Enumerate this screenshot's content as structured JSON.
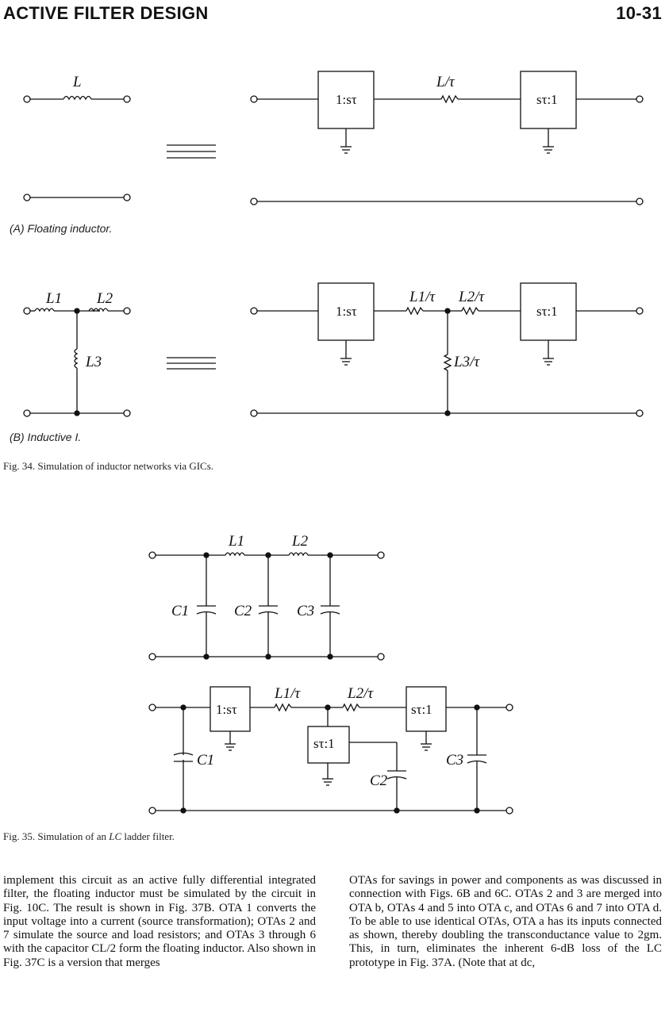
{
  "header": {
    "left": "ACTIVE FILTER DESIGN",
    "right": "10-31"
  },
  "fig34": {
    "a_caption": "(A) Floating inductor.",
    "b_caption": "(B) Inductive I.",
    "caption": "Fig. 34. Simulation of inductor networks via GICs."
  },
  "fig35": {
    "caption_prefix": "Fig. 35. Simulation of an ",
    "caption_em": "LC",
    "caption_suffix": " ladder filter."
  },
  "labels": {
    "L": "L",
    "box_in": "1:sτ",
    "box_out": "sτ:1",
    "L_tau": "L/τ",
    "L1": "L1",
    "L2": "L2",
    "L3": "L3",
    "L1_tau": "L1/τ",
    "L2_tau": "L2/τ",
    "L3_tau": "L3/τ",
    "C1": "C1",
    "C2": "C2",
    "C3": "C3"
  },
  "body": {
    "left_col": "implement this circuit as an active fully differential integrated filter, the floating inductor must be simulated by the circuit in Fig. 10C. The result is shown in Fig. 37B. OTA 1 converts the input voltage into a current (source transformation); OTAs 2 and 7 simulate the source and load resistors; and OTAs 3 through 6 with the capacitor CL/2 form the floating inductor. Also shown in Fig. 37C is a version that merges",
    "right_col": "OTAs for savings in power and components as was discussed in connection with Figs. 6B and 6C. OTAs 2 and 3 are merged into OTA b, OTAs 4 and 5 into OTA c, and OTAs 6 and 7 into OTA d. To be able to use identical OTAs, OTA a has its inputs connected as shown, thereby doubling the transconductance value to 2gm. This, in turn, eliminates the inherent 6-dB loss of the LC prototype in Fig. 37A. (Note that at dc,"
  }
}
